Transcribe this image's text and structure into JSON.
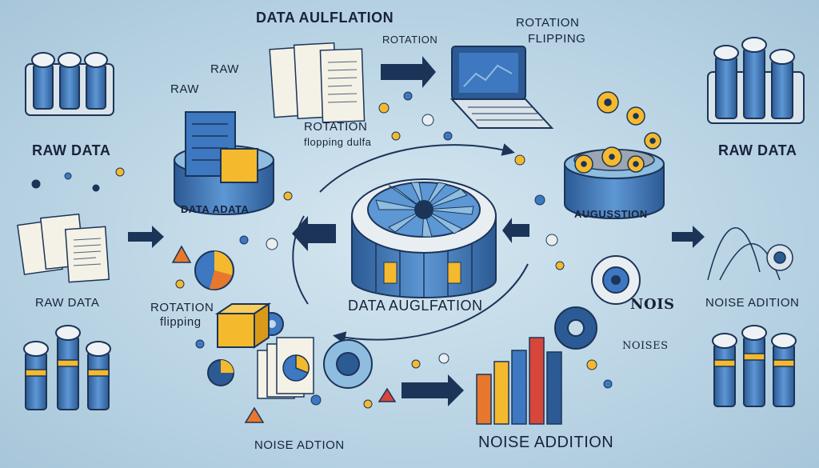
{
  "colors": {
    "background": "#c5dbe8",
    "navy": "#1b3458",
    "blue": "#3d78c0",
    "light_blue": "#8fbde0",
    "yellow": "#f5b92d",
    "orange": "#e8772e",
    "red": "#d8463a",
    "gray": "#9aa6b2"
  },
  "labels": {
    "top_title": "DATA AULFLATION",
    "top_rotation": "ROTATION",
    "top_right_rotation": "ROTATION",
    "top_right_flipping": "FLIPPING",
    "raw_top1": "RAW",
    "raw_top2": "RAW",
    "raw_data_left": "RAW DATA",
    "rotation_mid": "ROTATION",
    "flopping": "flopping dulfa",
    "data_adata": "DATA ADATA",
    "center_title": "DATA AUGLFATION",
    "augustion": "AUGUSSTION",
    "raw_data_right": "RAW DATA",
    "raw_data_left_bottom": "RAW  DATA",
    "rotation_left": "ROTATION",
    "flipping_left": "flipping",
    "noise_right_small": "NOIS",
    "noises": "NOISES",
    "noise_adition_right": "NOISE ADITION",
    "noise_adtion_bottom": "NOISE ADTION",
    "noise_addition_bottom": "NOISE ADDITION"
  }
}
